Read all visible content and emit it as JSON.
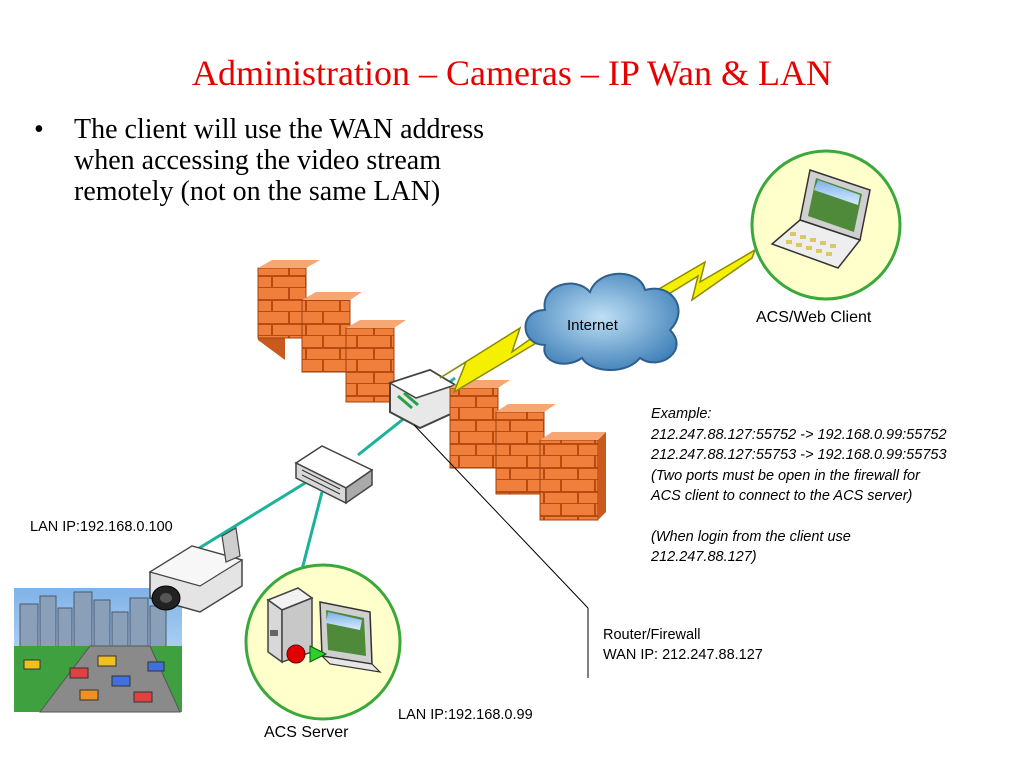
{
  "slide": {
    "title": "Administration – Cameras – IP Wan & LAN",
    "bullet": "The client will use the WAN address when accessing the video stream remotely (not on the same LAN)"
  },
  "labels": {
    "internet": "Internet",
    "web_client": "ACS/Web Client",
    "camera_lan_ip": "LAN IP:192.168.0.100",
    "server": "ACS Server",
    "server_lan_ip": "LAN IP:192.168.0.99",
    "router_line1": "Router/Firewall",
    "router_line2": "WAN IP: 212.247.88.127"
  },
  "example": {
    "heading": "Example:",
    "mapping1": "212.247.88.127:55752 -> 192.168.0.99:55752",
    "mapping2": "212.247.88.127:55753 -> 192.168.0.99:55753",
    "note_line1": "(Two ports must be open in the firewall for",
    "note_line2": "ACS client to connect to the ACS server)",
    "login_line1": "(When login from the client use",
    "login_line2": "212.247.88.127)"
  },
  "colors": {
    "title": "#e60000",
    "lan_link": "#1ab39a",
    "wan_bolt": "#f5f000",
    "brick": "#ef7f3a",
    "node_circle": "#ffffcc",
    "node_circle_border": "#3aa83a"
  }
}
